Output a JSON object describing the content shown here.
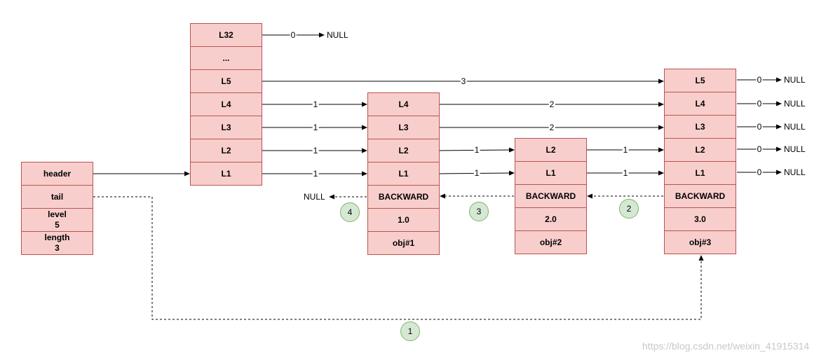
{
  "header_node": {
    "header": "header",
    "tail": "tail",
    "level_label": "level",
    "level_value": "5",
    "length_label": "length",
    "length_value": "3"
  },
  "head_levels": [
    "L32",
    "...",
    "L5",
    "L4",
    "L3",
    "L2",
    "L1"
  ],
  "node1": {
    "levels": [
      "L4",
      "L3",
      "L2",
      "L1"
    ],
    "backward": "BACKWARD",
    "score": "1.0",
    "obj": "obj#1"
  },
  "node2": {
    "levels": [
      "L2",
      "L1"
    ],
    "backward": "BACKWARD",
    "score": "2.0",
    "obj": "obj#2"
  },
  "node3": {
    "levels": [
      "L5",
      "L4",
      "L3",
      "L2",
      "L1"
    ],
    "backward": "BACKWARD",
    "score": "3.0",
    "obj": "obj#3"
  },
  "null_text": "NULL",
  "span_labels": {
    "l32": "0",
    "l5_head_to_3": "3",
    "l4_head_to_1": "1",
    "l4_1_to_3": "2",
    "l3_head_to_1": "1",
    "l3_1_to_3": "2",
    "l2_head_to_1": "1",
    "l2_1_to_2": "1",
    "l2_2_to_3": "1",
    "l1_head_to_1": "1",
    "l1_1_to_2": "1",
    "l1_2_to_3": "1",
    "node3_l5": "0",
    "node3_l4": "0",
    "node3_l3": "0",
    "node3_l2": "0",
    "node3_l1": "0"
  },
  "steps": [
    "1",
    "2",
    "3",
    "4"
  ],
  "watermark": "https://blog.csdn.net/weixin_41915314",
  "colors": {
    "cell_fill": "#f8cecc",
    "cell_border": "#b85450",
    "step_fill": "#d5e8d4",
    "step_border": "#82b366"
  }
}
